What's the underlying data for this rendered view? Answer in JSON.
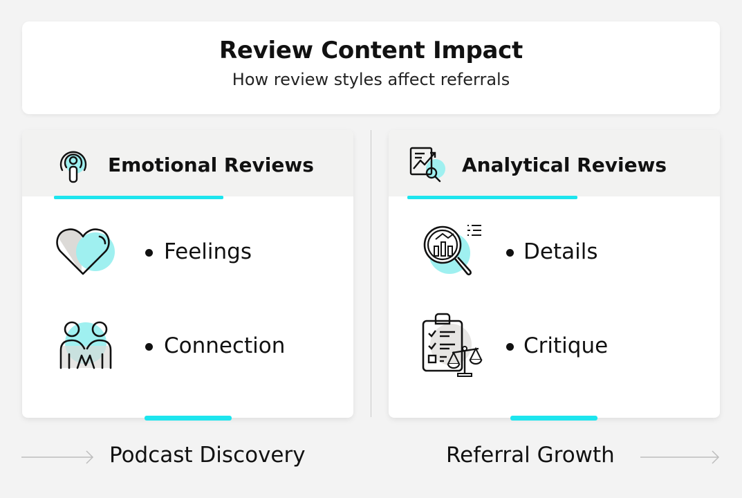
{
  "header": {
    "title": "Review Content Impact",
    "subtitle": "How review styles affect referrals"
  },
  "panels": [
    {
      "title": "Emotional Reviews",
      "icon": "podcast-icon",
      "items": [
        {
          "label": "Feelings",
          "icon": "heart-icon"
        },
        {
          "label": "Connection",
          "icon": "people-holding-hands-icon"
        }
      ]
    },
    {
      "title": "Analytical Reviews",
      "icon": "report-analysis-icon",
      "items": [
        {
          "label": "Details",
          "icon": "magnifier-chart-icon"
        },
        {
          "label": "Critique",
          "icon": "clipboard-scales-icon"
        }
      ]
    }
  ],
  "footer": {
    "left_label": "Podcast Discovery",
    "right_label": "Referral Growth"
  },
  "colors": {
    "accent": "#1de5ee",
    "icon_fill": "#9ff0f0",
    "icon_secondary": "#dcdad7",
    "background": "#f3f3f3"
  }
}
